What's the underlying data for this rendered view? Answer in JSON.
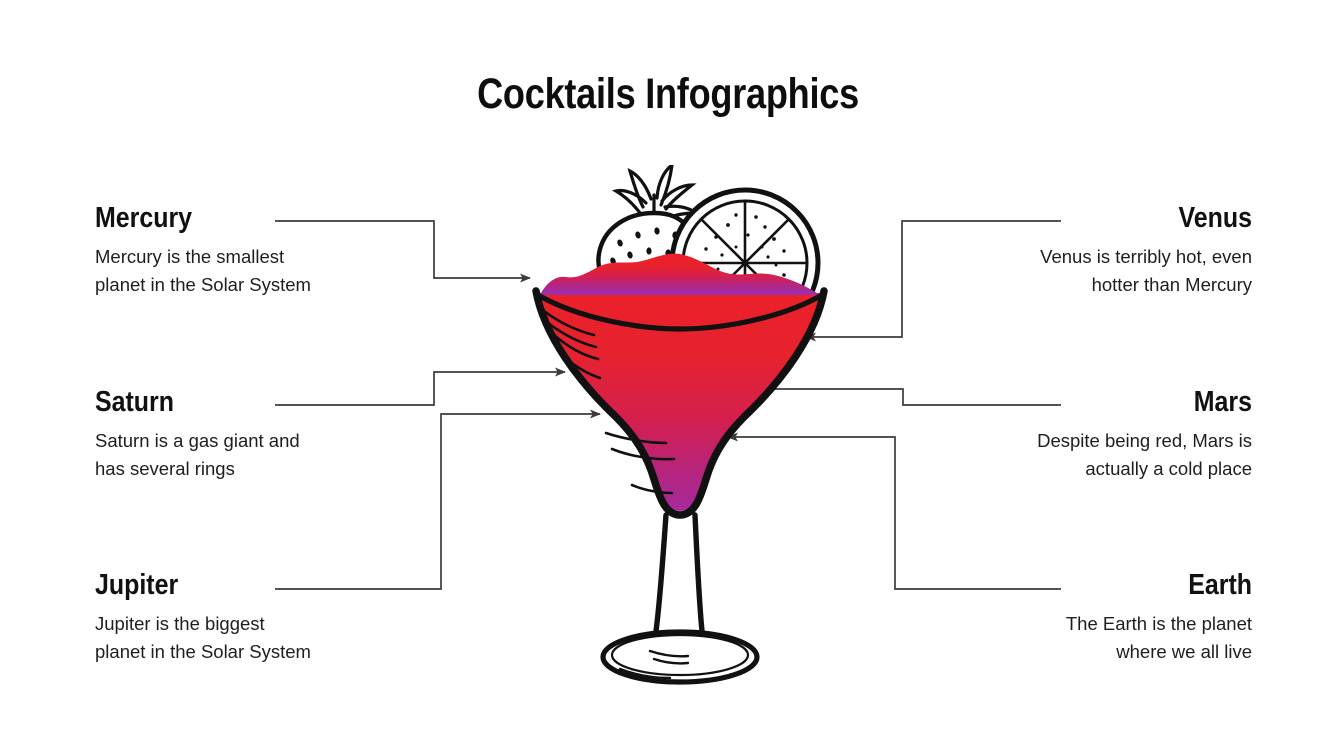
{
  "slide": {
    "title": "Cocktails Infographics",
    "background_color": "#ffffff",
    "text_color": "#111111",
    "connector_color": "#3b3b3b"
  },
  "items": {
    "mercury": {
      "heading": "Mercury",
      "body": "Mercury is the smallest\nplanet in the Solar System"
    },
    "saturn": {
      "heading": "Saturn",
      "body": "Saturn is a gas giant and\nhas several rings"
    },
    "jupiter": {
      "heading": "Jupiter",
      "body": "Jupiter is the biggest\nplanet in the Solar System"
    },
    "venus": {
      "heading": "Venus",
      "body": "Venus is terribly hot, even\nhotter than Mercury"
    },
    "mars": {
      "heading": "Mars",
      "body": "Despite being red, Mars is\nactually a cold place"
    },
    "earth": {
      "heading": "Earth",
      "body": "The Earth is the planet\nwhere we all live"
    }
  },
  "illustration": {
    "name": "cocktail-glass",
    "garnishes": [
      "strawberry",
      "citrus-slice"
    ],
    "drink_colors": {
      "top": "#EE2027",
      "upper_mid": "#E6222F",
      "mid": "#D41F4E",
      "lower_mid": "#B32583",
      "bottom": "#9B2FB0"
    },
    "outline_color": "#111111"
  }
}
